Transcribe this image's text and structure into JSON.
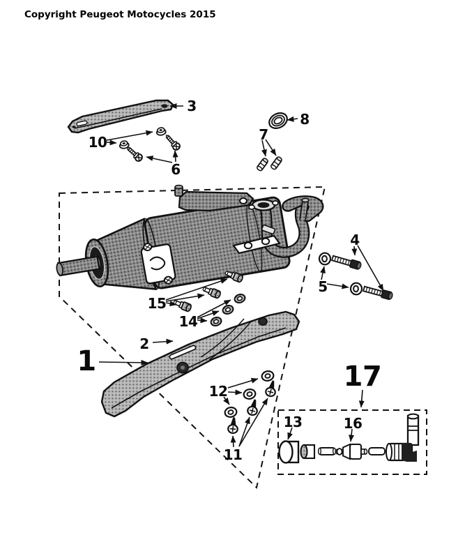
{
  "page": {
    "copyright": "Copyright Peugeot Motocycles 2015"
  },
  "colors": {
    "ink": "#111111",
    "background": "#ffffff",
    "muffler_fill": "#8c8c8c",
    "shield_fill": "#b2b2b2"
  },
  "diagram": {
    "labels": [
      {
        "text": "3"
      },
      {
        "text": "10"
      },
      {
        "text": "6"
      },
      {
        "text": "8"
      },
      {
        "text": "7"
      },
      {
        "text": "4"
      },
      {
        "text": "5"
      },
      {
        "text": "15"
      },
      {
        "text": "14"
      },
      {
        "text": "2"
      },
      {
        "text": "1"
      },
      {
        "text": "12"
      },
      {
        "text": "11"
      },
      {
        "text": "17"
      },
      {
        "text": "13"
      },
      {
        "text": "16"
      }
    ]
  }
}
